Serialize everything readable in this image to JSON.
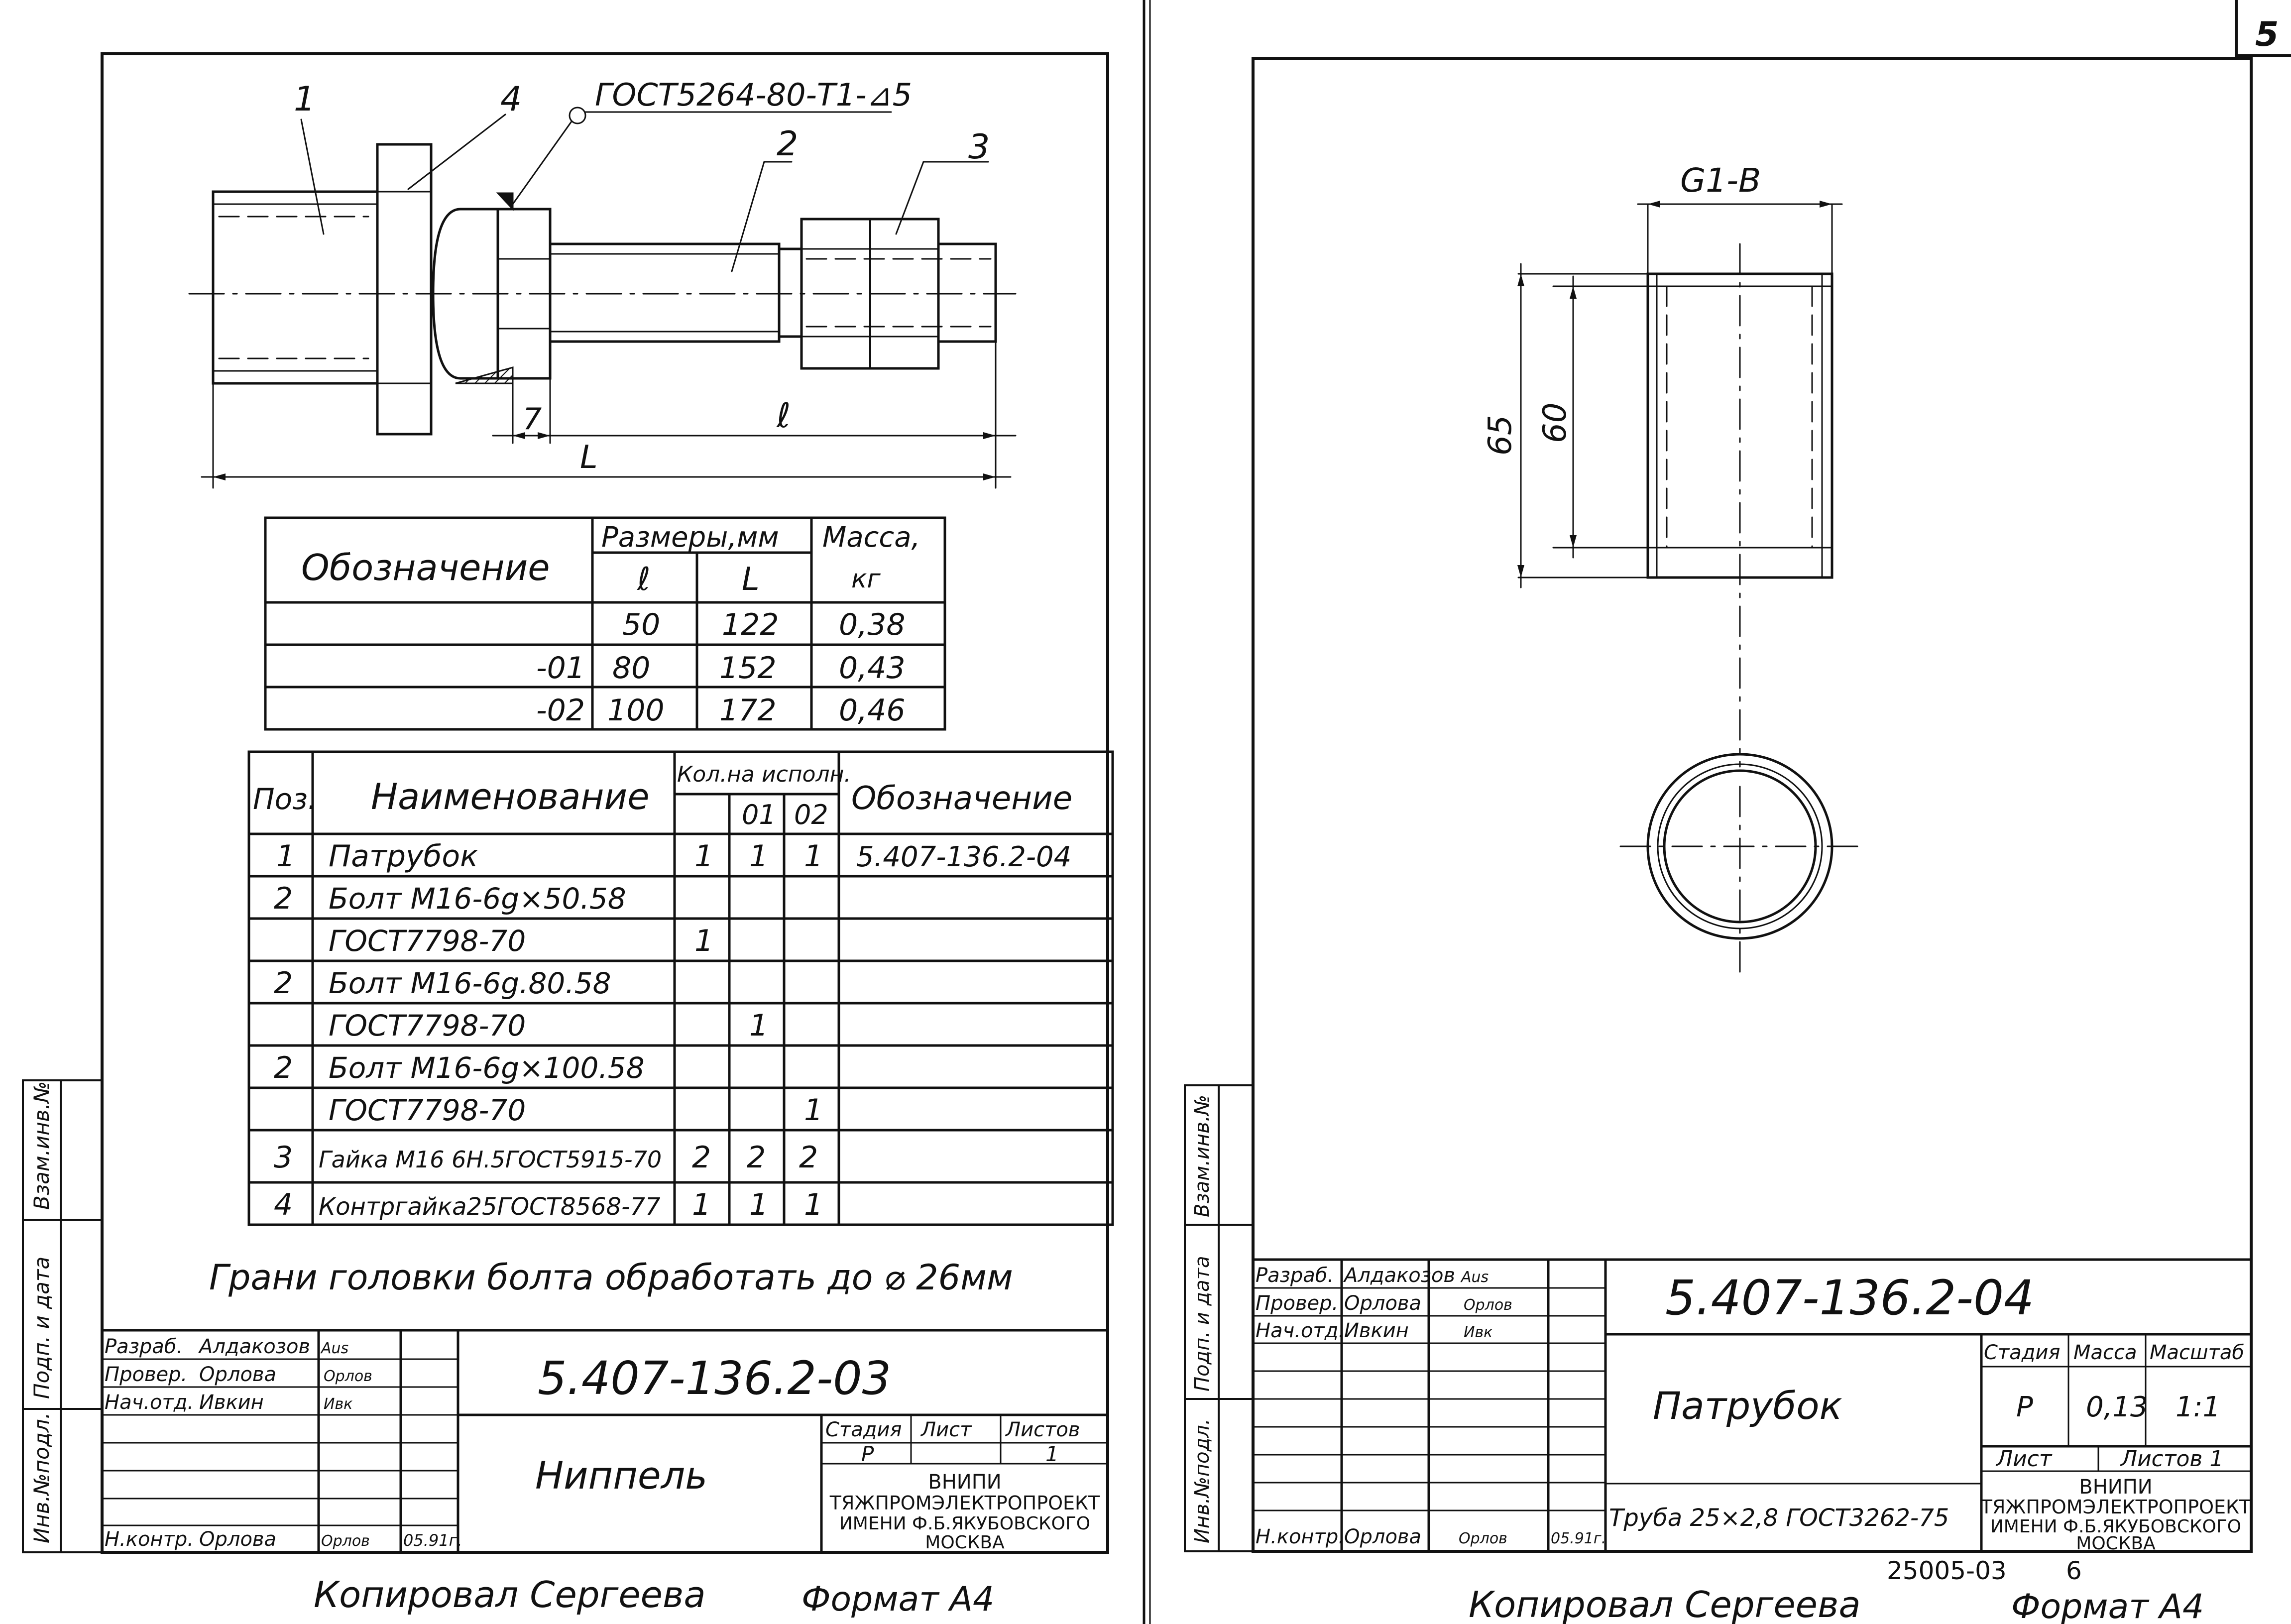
{
  "page_number": "5",
  "left_sheet": {
    "callouts": [
      "1",
      "4",
      "2",
      "3"
    ],
    "weld_note": "ГОСТ5264-80-Т1-⊿5",
    "dims": {
      "seven": "7",
      "l": "ℓ",
      "L": "L"
    },
    "size_table": {
      "h_designation": "Обозначение",
      "h_sizes": "Размеры,мм",
      "h_mass": "Масса,",
      "h_mass_unit": "кг",
      "h_l": "ℓ",
      "h_L": "L",
      "rows": [
        {
          "des": "",
          "l": "50",
          "L": "122",
          "m": "0,38"
        },
        {
          "des": "-01",
          "l": "80",
          "L": "152",
          "m": "0,43"
        },
        {
          "des": "-02",
          "l": "100",
          "L": "172",
          "m": "0,46"
        }
      ]
    },
    "parts_table": {
      "h_pos": "Поз.",
      "h_name": "Наименование",
      "h_qty": "Кол.на исполн.",
      "h_01": "01",
      "h_02": "02",
      "h_des": "Обозначение",
      "rows": [
        {
          "pos": "1",
          "name": "Патрубок",
          "q0": "1",
          "q1": "1",
          "q2": "1",
          "des": "5.407-136.2-04"
        },
        {
          "pos": "2",
          "name": "Болт М16-6g×50.58",
          "q0": "",
          "q1": "",
          "q2": "",
          "des": ""
        },
        {
          "pos": "",
          "name": "ГОСТ7798-70",
          "q0": "1",
          "q1": "",
          "q2": "",
          "des": ""
        },
        {
          "pos": "2",
          "name": "Болт М16-6g.80.58",
          "q0": "",
          "q1": "",
          "q2": "",
          "des": ""
        },
        {
          "pos": "",
          "name": "ГОСТ7798-70",
          "q0": "",
          "q1": "1",
          "q2": "",
          "des": ""
        },
        {
          "pos": "2",
          "name": "Болт М16-6g×100.58",
          "q0": "",
          "q1": "",
          "q2": "",
          "des": ""
        },
        {
          "pos": "",
          "name": "ГОСТ7798-70",
          "q0": "",
          "q1": "",
          "q2": "1",
          "des": ""
        },
        {
          "pos": "3",
          "name": "Гайка М16 6Н.5ГОСТ5915-70",
          "q0": "2",
          "q1": "2",
          "q2": "2",
          "des": ""
        },
        {
          "pos": "4",
          "name": "Контргайка25ГОСТ8568-77",
          "q0": "1",
          "q1": "1",
          "q2": "1",
          "des": ""
        }
      ]
    },
    "note": "Грани головки болта обработать до ⌀ 26мм",
    "side_labels": [
      "Инв.№подл.",
      "Подп. и дата",
      "Взам.инв.№"
    ],
    "title_block": {
      "designation": "5.407-136.2-03",
      "name": "Ниппель",
      "stage_h": "Стадия",
      "sheet_h": "Лист",
      "sheets_h": "Листов",
      "stage": "Р",
      "sheets": "1",
      "org": [
        "ВНИПИ",
        "ТЯЖПРОМЭЛЕКТРОПРОЕКТ",
        "ИМЕНИ Ф.Б.ЯКУБОВСКОГО",
        "МОСКВА"
      ],
      "roles": [
        {
          "role": "Разраб.",
          "person": "Алдакозов",
          "sign": "Aus",
          "date": ""
        },
        {
          "role": "Провер.",
          "person": "Орлова",
          "sign": "Орлов",
          "date": ""
        },
        {
          "role": "Нач.отд.",
          "person": "Ивкин",
          "sign": "Ивк",
          "date": ""
        },
        {
          "role": "Н.контр.",
          "person": "Орлова",
          "sign": "Орлов",
          "date": "05.91г."
        }
      ]
    },
    "footer": {
      "copied": "Копировал Сергеева",
      "format": "Формат А4"
    }
  },
  "right_sheet": {
    "dims": {
      "thread": "G1-B",
      "h65": "65",
      "h60": "60"
    },
    "side_labels": [
      "Инв.№подл.",
      "Подп. и дата",
      "Взам.инв.№"
    ],
    "title_block": {
      "designation": "5.407-136.2-04",
      "name": "Патрубок",
      "material": "Труба 25×2,8 ГОСТ3262-75",
      "stage_h": "Стадия",
      "mass_h": "Масса",
      "scale_h": "Масштаб",
      "stage": "Р",
      "mass": "0,13",
      "scale": "1:1",
      "sheet_h": "Лист",
      "sheets_h": "Листов 1",
      "org": [
        "ВНИПИ",
        "ТЯЖПРОМЭЛЕКТРОПРОЕКТ",
        "ИМЕНИ Ф.Б.ЯКУБОВСКОГО",
        "МОСКВА"
      ],
      "roles": [
        {
          "role": "Разраб.",
          "person": "Алдакозов",
          "sign": "Aus",
          "date": ""
        },
        {
          "role": "Провер.",
          "person": "Орлова",
          "sign": "Орлов",
          "date": ""
        },
        {
          "role": "Нач.отд.",
          "person": "Ивкин",
          "sign": "Ивк",
          "date": ""
        },
        {
          "role": "Н.контр.",
          "person": "Орлова",
          "sign": "Орлов",
          "date": "05.91г."
        }
      ]
    },
    "doc_number": "25005-03",
    "doc_sheet": "6",
    "footer": {
      "copied": "Копировал Сергеева",
      "format": "Формат А4"
    }
  }
}
